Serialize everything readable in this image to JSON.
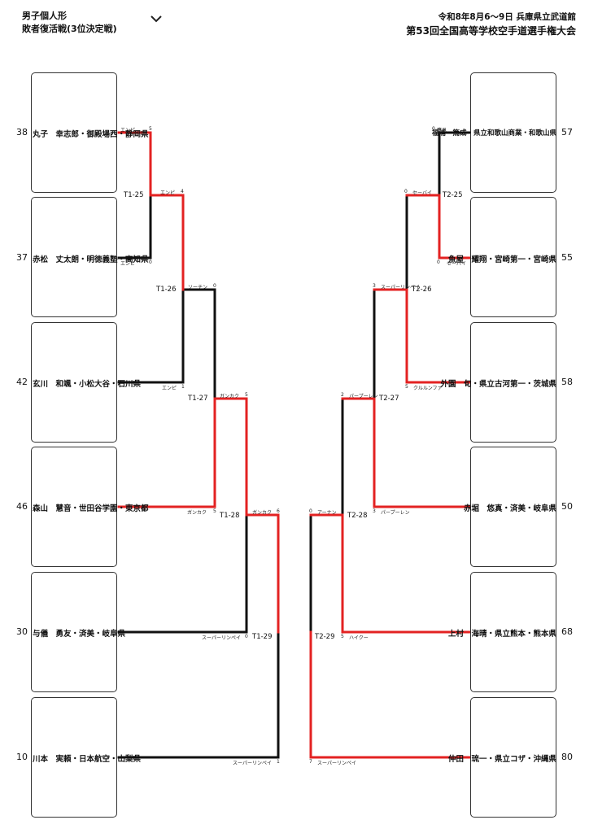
{
  "header": {
    "category": "男子個人形",
    "subtitle": "敗者復活戦(3位決定戦)",
    "date_venue": "令和8年8月6～9日 兵庫県立武道館",
    "tournament": "第53回全国高等学校空手道選手権大会"
  },
  "colors": {
    "win": "#e32222",
    "line": "#111111"
  },
  "left_players": [
    {
      "seed": "38",
      "name": "丸子　幸志郎・御殿場西・静岡県"
    },
    {
      "seed": "37",
      "name": "赤松　丈太朗・明徳義塾・高知県"
    },
    {
      "seed": "42",
      "name": "玄川　和颯・小松大谷・石川県"
    },
    {
      "seed": "46",
      "name": "森山　慧音・世田谷学園・東京都"
    },
    {
      "seed": "30",
      "name": "与儀　勇友・済美・岐阜県"
    },
    {
      "seed": "10",
      "name": "川本　実頼・日本航空・山梨県"
    }
  ],
  "right_players": [
    {
      "seed": "57",
      "name": "福浦　篤成・県立和歌山商業・和歌山県"
    },
    {
      "seed": "55",
      "name": "魚屋　耀翔・宮崎第一・宮崎県"
    },
    {
      "seed": "58",
      "name": "外園　旬・県立古河第一・茨城県"
    },
    {
      "seed": "50",
      "name": "赤堀　悠真・済美・岐阜県"
    },
    {
      "seed": "68",
      "name": "上村　海晴・県立熊本・熊本県"
    },
    {
      "seed": "80",
      "name": "仲田　琉一・県立コザ・沖縄県"
    }
  ],
  "match_labels": [
    "T1-25",
    "T1-26",
    "T1-27",
    "T1-28",
    "T1-29",
    "T2-25",
    "T2-26",
    "T2-27",
    "T2-28",
    "T2-29"
  ],
  "scores": [
    {
      "kata": "エンピ",
      "score": "5"
    },
    {
      "kata": "エンピ",
      "score": "0"
    },
    {
      "kata": "エンピ",
      "score": "4"
    },
    {
      "kata": "エンピ",
      "score": "1"
    },
    {
      "kata": "ソーチン",
      "score": "0"
    },
    {
      "kata": "ガンカク",
      "score": "5"
    },
    {
      "kata": "ガンカク",
      "score": "5"
    },
    {
      "kata": "ガンカク",
      "score": "6"
    },
    {
      "kata": "スーパーリンペイ",
      "score": "0"
    },
    {
      "kata": "スーパーリンペイ",
      "score": "1"
    },
    {
      "kata": "鷹爪",
      "score": "0"
    },
    {
      "kata": "セーバイ",
      "score": "0"
    },
    {
      "kata": "セーバイ",
      "score": "0"
    },
    {
      "kata": "スーパーリンペイ",
      "score": "3"
    },
    {
      "kata": "クルルンファ",
      "score": "5"
    },
    {
      "kata": "パープーレン",
      "score": "2"
    },
    {
      "kata": "パープーレン",
      "score": "3"
    },
    {
      "kata": "アーナン",
      "score": "0"
    },
    {
      "kata": "ハイクー",
      "score": "5"
    },
    {
      "kata": "スーパーリンペイ",
      "score": "7"
    }
  ]
}
